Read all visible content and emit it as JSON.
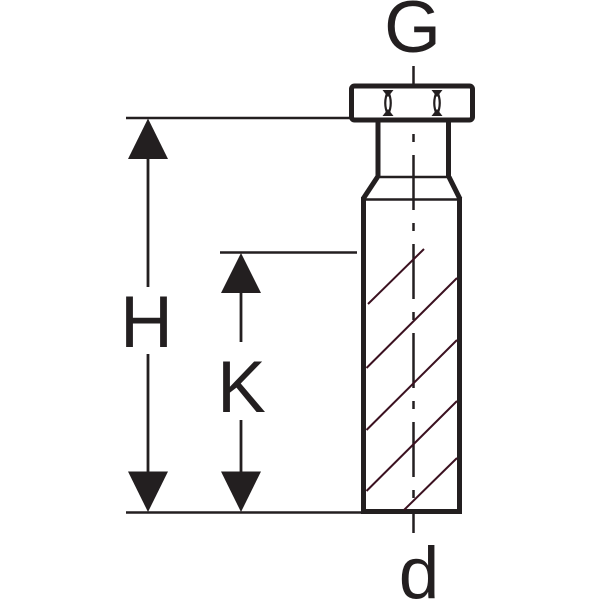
{
  "labels": {
    "g": "G",
    "h": "H",
    "k": "K",
    "d": "d"
  },
  "colors": {
    "line": "#231f20",
    "hatch": "#3b1120",
    "background": "#ffffff"
  }
}
